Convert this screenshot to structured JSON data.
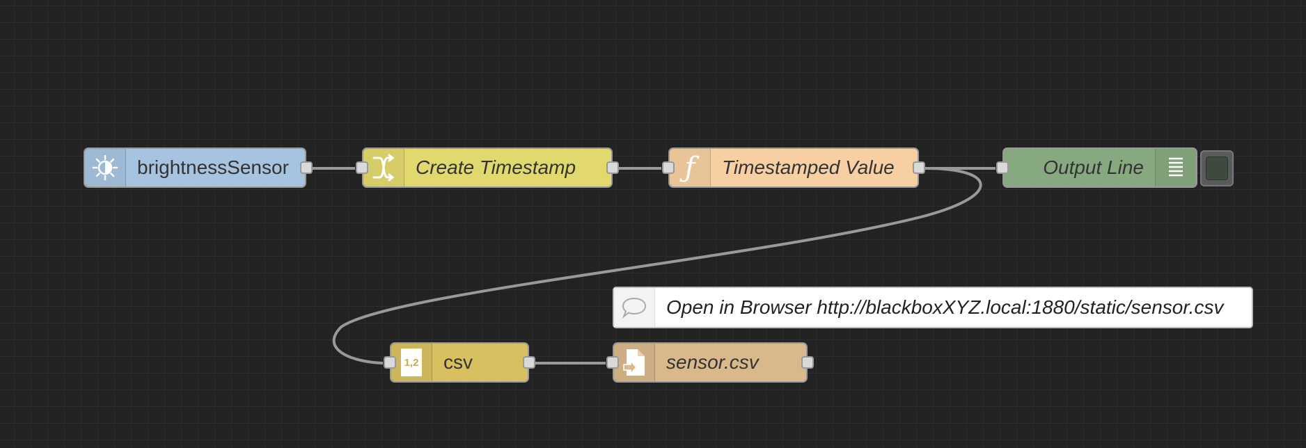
{
  "nodes": {
    "brightness": {
      "label": "brightnessSensor",
      "icon": "brightness-icon",
      "color": "#a6c3df"
    },
    "create_timestamp": {
      "label": "Create Timestamp",
      "icon": "shuffle-icon",
      "color": "#e2d96e"
    },
    "timestamped_value": {
      "label": "Timestamped Value",
      "icon": "function-icon",
      "color": "#f7cfa2"
    },
    "output_line": {
      "label": "Output Line",
      "icon": "list-icon",
      "color": "#87a980"
    },
    "csv": {
      "label": "csv",
      "icon": "csv-icon",
      "icon_text": "1,2",
      "color": "#d8bf5f"
    },
    "sensor_csv": {
      "label": "sensor.csv",
      "icon": "file-out-icon",
      "color": "#d9b88b"
    }
  },
  "comment": {
    "label": "Open in Browser http://blackboxXYZ.local:1880/static/sensor.csv",
    "icon": "speech-bubble-icon"
  },
  "colors": {
    "canvas": "#222222",
    "grid": "#2d2d2d",
    "wire": "#999999",
    "port": "#d9d9d9"
  }
}
